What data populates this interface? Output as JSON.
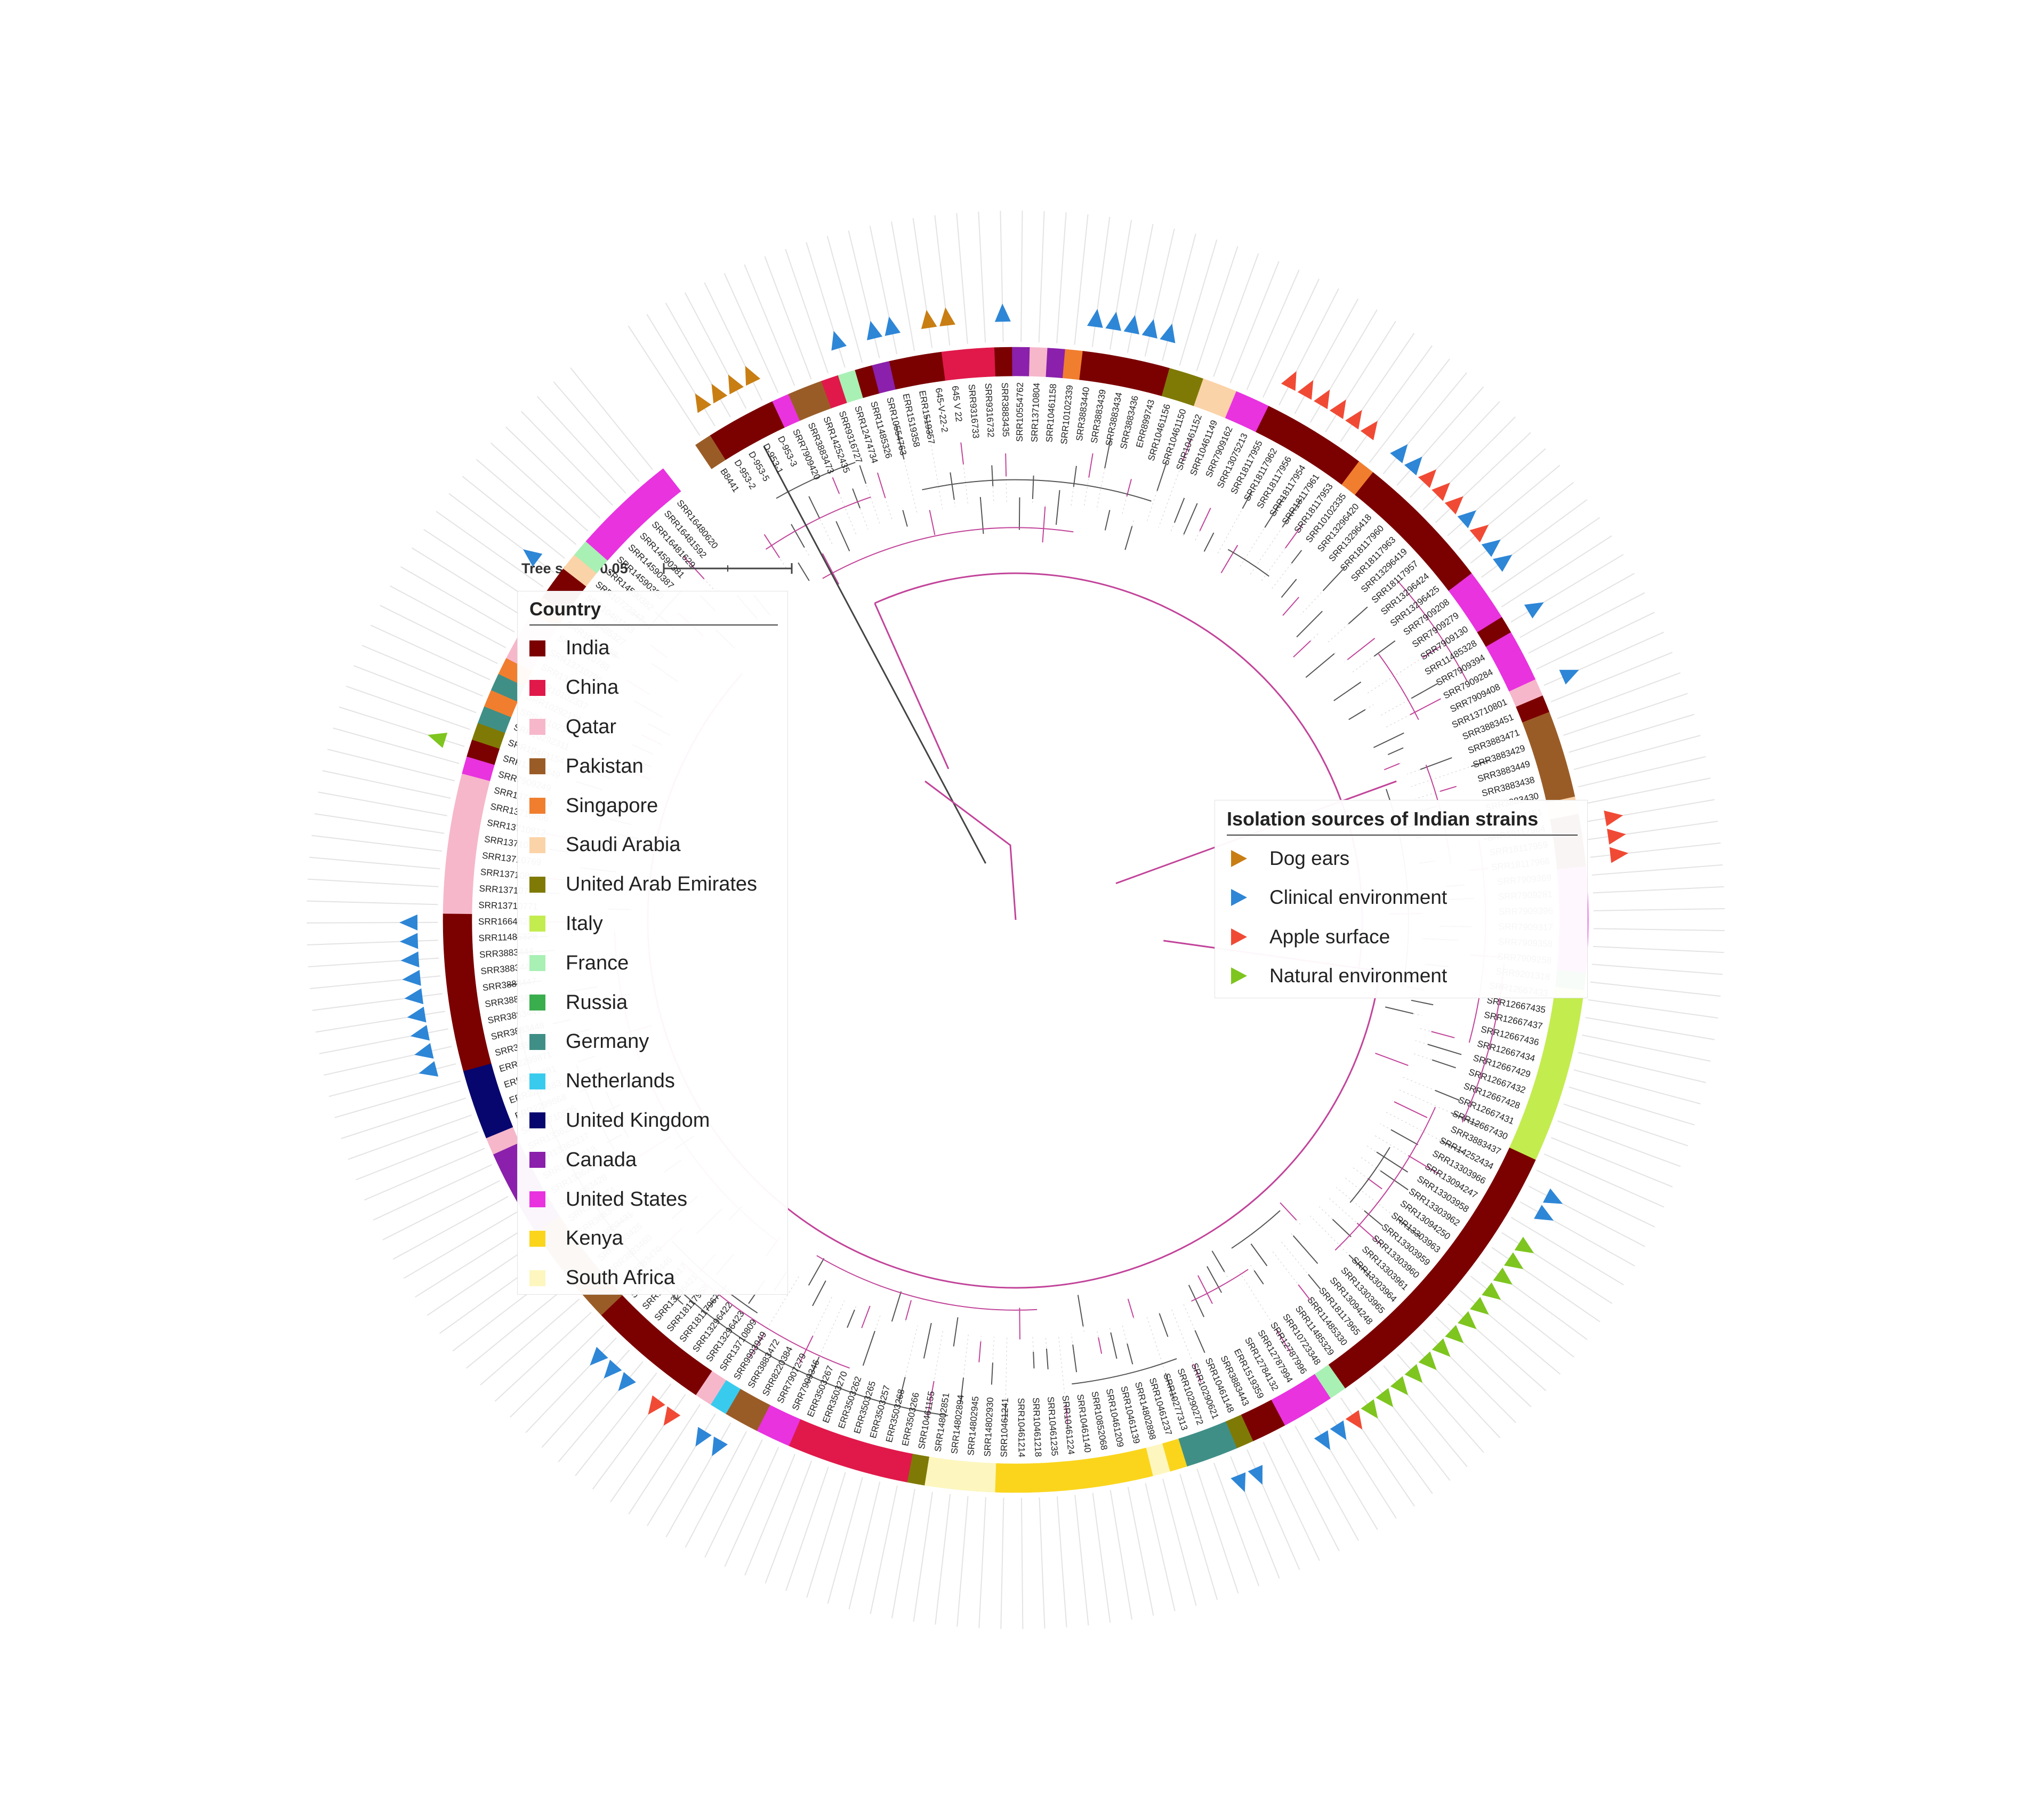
{
  "tree_scale": {
    "label": "Tree scale: 0.05"
  },
  "country_legend": {
    "title": "Country",
    "items": [
      {
        "name": "India",
        "color": "#7b0000"
      },
      {
        "name": "China",
        "color": "#e0194a"
      },
      {
        "name": "Qatar",
        "color": "#f6b7ca"
      },
      {
        "name": "Pakistan",
        "color": "#9a5c27"
      },
      {
        "name": "Singapore",
        "color": "#f07e2e"
      },
      {
        "name": "Saudi Arabia",
        "color": "#fbd3a8"
      },
      {
        "name": "United Arab Emirates",
        "color": "#7f7a05"
      },
      {
        "name": "Italy",
        "color": "#c3ec4f"
      },
      {
        "name": "France",
        "color": "#a8f0b4"
      },
      {
        "name": "Russia",
        "color": "#3aad4c"
      },
      {
        "name": "Germany",
        "color": "#3f8f87"
      },
      {
        "name": "Netherlands",
        "color": "#39cbee"
      },
      {
        "name": "United Kingdom",
        "color": "#06066e"
      },
      {
        "name": "Canada",
        "color": "#8a20ab"
      },
      {
        "name": "United States",
        "color": "#e833df"
      },
      {
        "name": "Kenya",
        "color": "#fad51c"
      },
      {
        "name": "South Africa",
        "color": "#fdf6bf"
      }
    ]
  },
  "source_legend": {
    "title": "Isolation sources of Indian strains",
    "items": [
      {
        "name": "Dog ears",
        "color": "#c87e13"
      },
      {
        "name": "Clinical environment",
        "color": "#2e86d6"
      },
      {
        "name": "Apple surface",
        "color": "#f04a35"
      },
      {
        "name": "Natural environment",
        "color": "#7ec51f"
      }
    ]
  },
  "tips": [
    [
      "B8441",
      "Pakistan",
      ""
    ],
    [
      "D-953-2",
      "India",
      "Dog ears"
    ],
    [
      "D-953-5",
      "India",
      "Dog ears"
    ],
    [
      "D-953-1",
      "India",
      "Dog ears"
    ],
    [
      "D-953-3",
      "India",
      "Dog ears"
    ],
    [
      "SRR7909420",
      "United States",
      ""
    ],
    [
      "SRR3883473",
      "Pakistan",
      ""
    ],
    [
      "SRR14252435",
      "Pakistan",
      ""
    ],
    [
      "SRR9316727",
      "China",
      ""
    ],
    [
      "SRR12474734",
      "France",
      "Clinical environment"
    ],
    [
      "SRR11485326",
      "India",
      ""
    ],
    [
      "SRR10554763",
      "Canada",
      "Clinical environment"
    ],
    [
      "ERR1519358",
      "India",
      "Clinical environment"
    ],
    [
      "ERR1519357",
      "India",
      ""
    ],
    [
      "645-V-22-2",
      "India",
      "Dog ears"
    ],
    [
      "645 V 22",
      "China",
      "Dog ears"
    ],
    [
      "SRR9316733",
      "China",
      ""
    ],
    [
      "SRR9316732",
      "China",
      ""
    ],
    [
      "SRR3883435",
      "India",
      "Clinical environment"
    ],
    [
      "SRR10554762",
      "Canada",
      ""
    ],
    [
      "SRR13710804",
      "Qatar",
      ""
    ],
    [
      "SRR10461158",
      "Canada",
      ""
    ],
    [
      "SRR10102339",
      "Singapore",
      ""
    ],
    [
      "SRR3883440",
      "India",
      "Clinical environment"
    ],
    [
      "SRR3883439",
      "India",
      "Clinical environment"
    ],
    [
      "SRR3883434",
      "India",
      "Clinical environment"
    ],
    [
      "SRR3883436",
      "India",
      "Clinical environment"
    ],
    [
      "ERR899743",
      "India",
      "Clinical environment"
    ],
    [
      "SRR10461156",
      "United Arab Emirates",
      ""
    ],
    [
      "SRR10461150",
      "United Arab Emirates",
      ""
    ],
    [
      "SRR10461152",
      "Saudi Arabia",
      ""
    ],
    [
      "SRR10461149",
      "Saudi Arabia",
      ""
    ],
    [
      "SRR7909162",
      "United States",
      ""
    ],
    [
      "SRR13075213",
      "United States",
      ""
    ],
    [
      "SRR18117955",
      "India",
      "Apple surface"
    ],
    [
      "SRR18117962",
      "India",
      "Apple surface"
    ],
    [
      "SRR18117956",
      "India",
      "Apple surface"
    ],
    [
      "SRR18117954",
      "India",
      "Apple surface"
    ],
    [
      "SRR18117961",
      "India",
      "Apple surface"
    ],
    [
      "SRR18117953",
      "India",
      "Apple surface"
    ],
    [
      "SRR10102335",
      "Singapore",
      ""
    ],
    [
      "SRR13296420",
      "India",
      "Clinical environment"
    ],
    [
      "SRR13296418",
      "India",
      "Clinical environment"
    ],
    [
      "SRR18117960",
      "India",
      "Apple surface"
    ],
    [
      "SRR18117963",
      "India",
      "Apple surface"
    ],
    [
      "SRR13296419",
      "India",
      "Apple surface"
    ],
    [
      "SRR18117957",
      "India",
      "Clinical environment"
    ],
    [
      "SRR13296424",
      "India",
      "Apple surface"
    ],
    [
      "SRR13296425",
      "India",
      "Clinical environment"
    ],
    [
      "SRR7909208",
      "United States",
      "Clinical environment"
    ],
    [
      "SRR7909279",
      "United States",
      ""
    ],
    [
      "SRR7909130",
      "United States",
      ""
    ],
    [
      "SRR11485328",
      "India",
      "Clinical environment"
    ],
    [
      "SRR7909394",
      "United States",
      ""
    ],
    [
      "SRR7909284",
      "United States",
      ""
    ],
    [
      "SRR7909408",
      "United States",
      ""
    ],
    [
      "SRR13710801",
      "Qatar",
      "Clinical environment"
    ],
    [
      "SRR3883451",
      "India",
      ""
    ],
    [
      "SRR3883471",
      "Pakistan",
      ""
    ],
    [
      "SRR3883429",
      "Pakistan",
      ""
    ],
    [
      "SRR3883449",
      "Pakistan",
      ""
    ],
    [
      "SRR3883438",
      "Pakistan",
      ""
    ],
    [
      "SRR3883430",
      "Pakistan",
      ""
    ],
    [
      "SRR10461151",
      "Saudi Arabia",
      ""
    ],
    [
      "SRR18117964",
      "India",
      "Apple surface"
    ],
    [
      "SRR18117959",
      "India",
      "Apple surface"
    ],
    [
      "SRR18117966",
      "India",
      "Apple surface"
    ],
    [
      "SRR7909369",
      "United States",
      ""
    ],
    [
      "SRR7909281",
      "United States",
      ""
    ],
    [
      "SRR7909396",
      "United States",
      ""
    ],
    [
      "SRR7909317",
      "United States",
      ""
    ],
    [
      "SRR7909358",
      "United States",
      ""
    ],
    [
      "SRR7909258",
      "United States",
      ""
    ],
    [
      "SRR9201318",
      "Russia",
      ""
    ],
    [
      "SRR12667433",
      "Italy",
      ""
    ],
    [
      "SRR12667435",
      "Italy",
      ""
    ],
    [
      "SRR12667437",
      "Italy",
      ""
    ],
    [
      "SRR12667436",
      "Italy",
      ""
    ],
    [
      "SRR12667434",
      "Italy",
      ""
    ],
    [
      "SRR12667429",
      "Italy",
      ""
    ],
    [
      "SRR12667432",
      "Italy",
      ""
    ],
    [
      "SRR12667428",
      "Italy",
      ""
    ],
    [
      "SRR12667431",
      "Italy",
      ""
    ],
    [
      "SRR12667430",
      "Italy",
      ""
    ],
    [
      "SRR3883437",
      "India",
      ""
    ],
    [
      "SRR14252434",
      "India",
      "Clinical environment"
    ],
    [
      "SRR13303966",
      "India",
      "Clinical environment"
    ],
    [
      "SRR13094247",
      "India",
      ""
    ],
    [
      "SRR13303958",
      "India",
      "Natural environment"
    ],
    [
      "SRR13303962",
      "India",
      "Natural environment"
    ],
    [
      "SRR13094250",
      "India",
      "Natural environment"
    ],
    [
      "SRR13303963",
      "India",
      "Natural environment"
    ],
    [
      "SRR13303959",
      "India",
      "Natural environment"
    ],
    [
      "SRR13303960",
      "India",
      "Natural environment"
    ],
    [
      "SRR13303961",
      "India",
      "Natural environment"
    ],
    [
      "SRR13303964",
      "India",
      "Natural environment"
    ],
    [
      "SRR13303965",
      "India",
      "Natural environment"
    ],
    [
      "SRR13094248",
      "India",
      "Natural environment"
    ],
    [
      "SRR18117965",
      "India",
      "Natural environment"
    ],
    [
      "SRR11485330",
      "India",
      "Natural environment"
    ],
    [
      "SRR11485329",
      "India",
      "Natural environment"
    ],
    [
      "SRR10723348",
      "France",
      "Apple surface"
    ],
    [
      "SRR12787996",
      "United States",
      "Clinical environment"
    ],
    [
      "SRR12787994",
      "United States",
      "Clinical environment"
    ],
    [
      "SRR12784132",
      "United States",
      ""
    ],
    [
      "ERR1519359",
      "India",
      ""
    ],
    [
      "SRR3883443",
      "India",
      ""
    ],
    [
      "SRR10461148",
      "United Arab Emirates",
      "Clinical environment"
    ],
    [
      "SRR10290621",
      "Germany",
      "Clinical environment"
    ],
    [
      "SRR10290272",
      "Germany",
      ""
    ],
    [
      "SRR10277313",
      "Germany",
      ""
    ],
    [
      "SRR10461237",
      "Kenya",
      ""
    ],
    [
      "SRR14802898",
      "South Africa",
      ""
    ],
    [
      "SRR10461139",
      "Kenya",
      ""
    ],
    [
      "SRR10461209",
      "Kenya",
      ""
    ],
    [
      "SRR10852068",
      "Kenya",
      ""
    ],
    [
      "SRR10461140",
      "Kenya",
      ""
    ],
    [
      "SRR10461224",
      "Kenya",
      ""
    ],
    [
      "SRR10461235",
      "Kenya",
      ""
    ],
    [
      "SRR10461218",
      "Kenya",
      ""
    ],
    [
      "SRR10461214",
      "Kenya",
      ""
    ],
    [
      "SRR10461241",
      "Kenya",
      ""
    ],
    [
      "SRR14802930",
      "South Africa",
      ""
    ],
    [
      "SRR14802945",
      "South Africa",
      ""
    ],
    [
      "SRR14802894",
      "South Africa",
      ""
    ],
    [
      "SRR14802851",
      "South Africa",
      ""
    ],
    [
      "SRR10461155",
      "United Arab Emirates",
      ""
    ],
    [
      "ERR3503266",
      "China",
      ""
    ],
    [
      "ERR3503268",
      "China",
      ""
    ],
    [
      "ERR3503257",
      "China",
      ""
    ],
    [
      "ERR3503265",
      "China",
      ""
    ],
    [
      "ERR3503262",
      "China",
      ""
    ],
    [
      "ERR3503270",
      "China",
      ""
    ],
    [
      "ERR3503267",
      "China",
      ""
    ],
    [
      "SRR7909346",
      "United States",
      ""
    ],
    [
      "SRR7907279",
      "United States",
      ""
    ],
    [
      "SRR8220384",
      "Pakistan",
      ""
    ],
    [
      "SRR3883472",
      "Pakistan",
      "Clinical environment"
    ],
    [
      "SRR9993949",
      "Netherlands",
      "Clinical environment"
    ],
    [
      "SRR13710809",
      "Qatar",
      ""
    ],
    [
      "SRR13296423",
      "India",
      "Apple surface"
    ],
    [
      "SRR13296422",
      "India",
      "Apple surface"
    ],
    [
      "SRR18117967",
      "India",
      ""
    ],
    [
      "SRR18117958",
      "India",
      "Clinical environment"
    ],
    [
      "SRR13296421",
      "India",
      "Clinical environment"
    ],
    [
      "SRR13296417",
      "India",
      "Clinical environment"
    ],
    [
      "SRR3883446",
      "India",
      ""
    ],
    [
      "SRR3883470",
      "Pakistan",
      ""
    ],
    [
      "SRR3883460",
      "Pakistan",
      ""
    ],
    [
      "SRR3883426",
      "Pakistan",
      ""
    ],
    [
      "SRR3883431",
      "Pakistan",
      ""
    ],
    [
      "SRR3883427",
      "Pakistan",
      ""
    ],
    [
      "SRR3883474",
      "Pakistan",
      ""
    ],
    [
      "SRR3883428",
      "Canada",
      ""
    ],
    [
      "SRR13362219",
      "Canada",
      ""
    ],
    [
      "SRR13362218",
      "Canada",
      ""
    ],
    [
      "SRR13362217",
      "Canada",
      ""
    ],
    [
      "SRR13362216",
      "Canada",
      ""
    ],
    [
      "SRR13710805",
      "Qatar",
      ""
    ],
    [
      "ERR2299868",
      "United Kingdom",
      ""
    ],
    [
      "ERR2299883",
      "United Kingdom",
      ""
    ],
    [
      "ERR2299881",
      "United Kingdom",
      ""
    ],
    [
      "ERR2299871",
      "United Kingdom",
      ""
    ],
    [
      "SRR3883450",
      "India",
      "Clinical environment"
    ],
    [
      "SRR3883448",
      "India",
      "Clinical environment"
    ],
    [
      "SRR3883441",
      "India",
      "Clinical environment"
    ],
    [
      "SRR3883445",
      "India",
      "Clinical environment"
    ],
    [
      "SRR3883447",
      "India",
      "Clinical environment"
    ],
    [
      "SRR3883442",
      "India",
      "Clinical environment"
    ],
    [
      "SRR3883444",
      "India",
      "Clinical environment"
    ],
    [
      "SRR11485328",
      "India",
      "Clinical environment"
    ],
    [
      "SRR1664626",
      "India",
      "Clinical environment"
    ],
    [
      "SRR13710771",
      "Qatar",
      ""
    ],
    [
      "SRR13710772",
      "Qatar",
      ""
    ],
    [
      "SRR13710808",
      "Qatar",
      ""
    ],
    [
      "SRR13710769",
      "Qatar",
      ""
    ],
    [
      "SRR13710797",
      "Qatar",
      ""
    ],
    [
      "SRR13710812",
      "Qatar",
      ""
    ],
    [
      "SRR13710806",
      "Qatar",
      ""
    ],
    [
      "SRR13710779",
      "Qatar",
      ""
    ],
    [
      "SRR7909249",
      "United States",
      ""
    ],
    [
      "SRR13094249",
      "India",
      "Natural environment"
    ],
    [
      "SRR10461154",
      "United Arab Emirates",
      ""
    ],
    [
      "SRR10292311",
      "Germany",
      ""
    ],
    [
      "SRR10102340",
      "Singapore",
      ""
    ],
    [
      "SRR10292114",
      "Germany",
      ""
    ],
    [
      "SRR10102337",
      "Singapore",
      ""
    ],
    [
      "SRR13710794",
      "Qatar",
      ""
    ],
    [
      "SRR13710790",
      "Qatar",
      ""
    ],
    [
      "SRR13710788",
      "Qatar",
      ""
    ],
    [
      "SRR10102338",
      "Singapore",
      ""
    ],
    [
      "SRR11485327",
      "India",
      ""
    ],
    [
      "SRR10461153",
      "India",
      "Clinical environment"
    ],
    [
      "SRR10723347",
      "Saudi Arabia",
      ""
    ],
    [
      "SRR14590382",
      "France",
      ""
    ],
    [
      "SRR14590380",
      "United States",
      ""
    ],
    [
      "SRR14590387",
      "United States",
      ""
    ],
    [
      "SRR14590381",
      "United States",
      ""
    ],
    [
      "SRR16481629",
      "United States",
      ""
    ],
    [
      "SRR16481592",
      "United States",
      ""
    ],
    [
      "SRR16480620",
      "United States",
      ""
    ]
  ]
}
